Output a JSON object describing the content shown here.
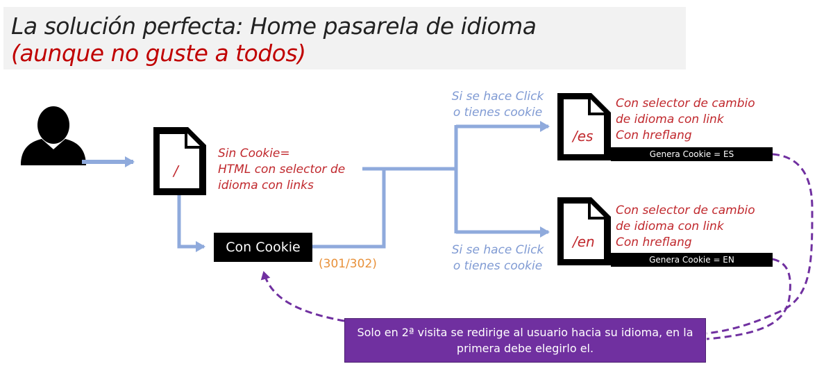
{
  "title": {
    "line1": "La solución perfecta: Home pasarela de idioma",
    "line2": "(aunque no guste a todos)"
  },
  "root_file": {
    "label": "/"
  },
  "root_desc": {
    "line1": "Sin Cookie=",
    "line2": "HTML con selector de",
    "line3": "idioma con links"
  },
  "cookie_box": {
    "label": "Con Cookie"
  },
  "redirect_code": "(301/302)",
  "branch_top": {
    "line1": "Si se hace Click",
    "line2": "o tienes cookie"
  },
  "branch_bottom": {
    "line1": "Si se hace Click",
    "line2": "o tienes cookie"
  },
  "es_page": {
    "label": "/es",
    "desc1": "Con selector de cambio",
    "desc2": "de idioma con link",
    "desc3": "Con hreflang",
    "cookie": "Genera Cookie = ES"
  },
  "en_page": {
    "label": "/en",
    "desc1": "Con selector de cambio",
    "desc2": "de idioma con link",
    "desc3": "Con hreflang",
    "cookie": "Genera Cookie = EN"
  },
  "note": "Solo en 2ª visita se redirige al usuario hacia su idioma, en la primera debe elegirlo el.",
  "colors": {
    "arrow": "#8faadc",
    "red": "#c0282d",
    "purple": "#7030a0",
    "orange": "#e8913a"
  },
  "icons": {
    "user": "user-silhouette-icon",
    "file": "document-icon"
  }
}
